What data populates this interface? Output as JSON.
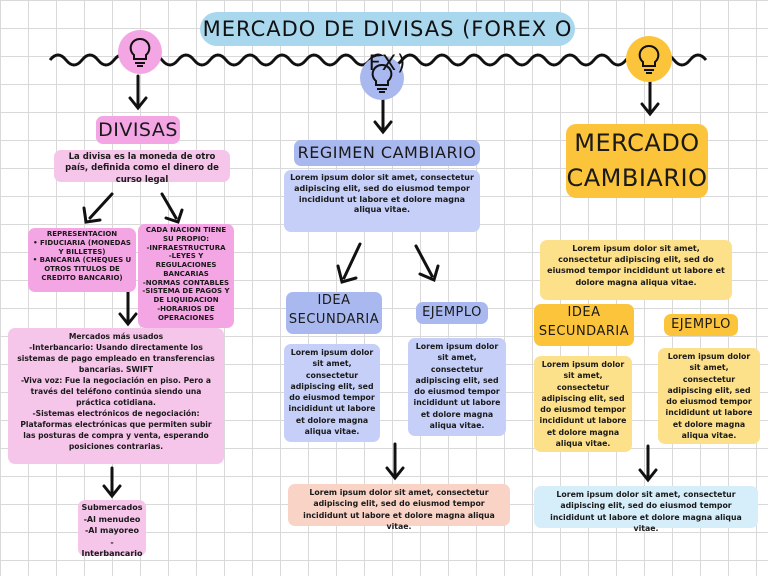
{
  "title": "MERCADO DE DIVISAS (FOREX O FX)",
  "left": {
    "header": "DIVISAS",
    "definition": "La divisa es la moneda de otro país, definida como el dinero de curso legal",
    "representacion": "REPRESENTACION\n•  FIDUCIARIA (MONEDAS Y BILLETES)\n•  BANCARIA (CHEQUES U OTROS TITULOS DE CREDITO BANCARIO)",
    "sistema": "CADA NACION TIENE SU PROPIO:\n-INFRAESTRUCTURA\n-LEYES Y REGULACIONES BANCARIAS\n-NORMAS CONTABLES\n-SISTEMA DE PAGOS Y DE LIQUIDACION\n-HORARIOS DE OPERACIONES",
    "mercados": "Mercados más usados\n-Interbancario: Usando directamente los sistemas de pago empleado en transferencias bancarias. SWIFT\n-Viva voz: Fue la negociación en piso. Pero a través del teléfono continúa siendo una práctica cotidiana.\n-Sistemas electrónicos de negociación: Plataformas electrónicas que permiten subir las posturas de compra y venta, esperando posiciones contrarias.",
    "submercados": "Submercados\n-Al menudeo\n-Al mayoreo\n-Interbancario"
  },
  "middle": {
    "header": "REGIMEN CAMBIARIO",
    "intro": "Lorem ipsum dolor sit amet, consectetur adipiscing elit, sed do eiusmod tempor incididunt ut labore et dolore magna aliqua vitae.",
    "idea_header": "IDEA\nSECUNDARIA",
    "idea_text": "Lorem ipsum dolor sit amet, consectetur adipiscing elit, sed do eiusmod tempor incididunt ut labore et dolore magna aliqua vitae.",
    "ejemplo_header": "EJEMPLO",
    "ejemplo_text": "Lorem ipsum dolor sit amet, consectetur adipiscing elit, sed do eiusmod tempor incididunt ut labore et dolore magna aliqua vitae.",
    "bottom": "Lorem ipsum dolor sit amet, consectetur adipiscing elit, sed do eiusmod tempor incididunt ut labore et dolore magna aliqua vitae."
  },
  "right": {
    "header": "MERCADO\nCAMBIARIO",
    "intro": "Lorem ipsum dolor sit amet, consectetur adipiscing elit, sed do eiusmod tempor incididunt ut labore et dolore magna aliqua vitae.",
    "idea_header": "IDEA\nSECUNDARIA",
    "idea_text": "Lorem ipsum dolor sit amet, consectetur adipiscing elit, sed do eiusmod tempor incididunt ut labore et dolore magna aliqua vitae.",
    "ejemplo_header": "EJEMPLO",
    "ejemplo_text": "Lorem ipsum dolor sit amet, consectetur adipiscing elit, sed do eiusmod tempor incididunt ut labore et dolore magna aliqua vitae.",
    "bottom": "Lorem ipsum dolor sit amet, consectetur adipiscing elit, sed do eiusmod tempor incididunt ut labore et dolore magna aliqua vitae."
  },
  "colors": {
    "title": "#a9d8ee",
    "pink": "#f6c5ea",
    "pink_strong": "#f3a5e4",
    "blue": "#c5cff7",
    "yellow": "#fde08a",
    "yellow_strong": "#fcc43a",
    "peach": "#f9d3c6",
    "lightblue": "#d6edfa"
  },
  "icons": [
    "lightbulb-icon",
    "arrow-down-icon",
    "wavy-line"
  ]
}
